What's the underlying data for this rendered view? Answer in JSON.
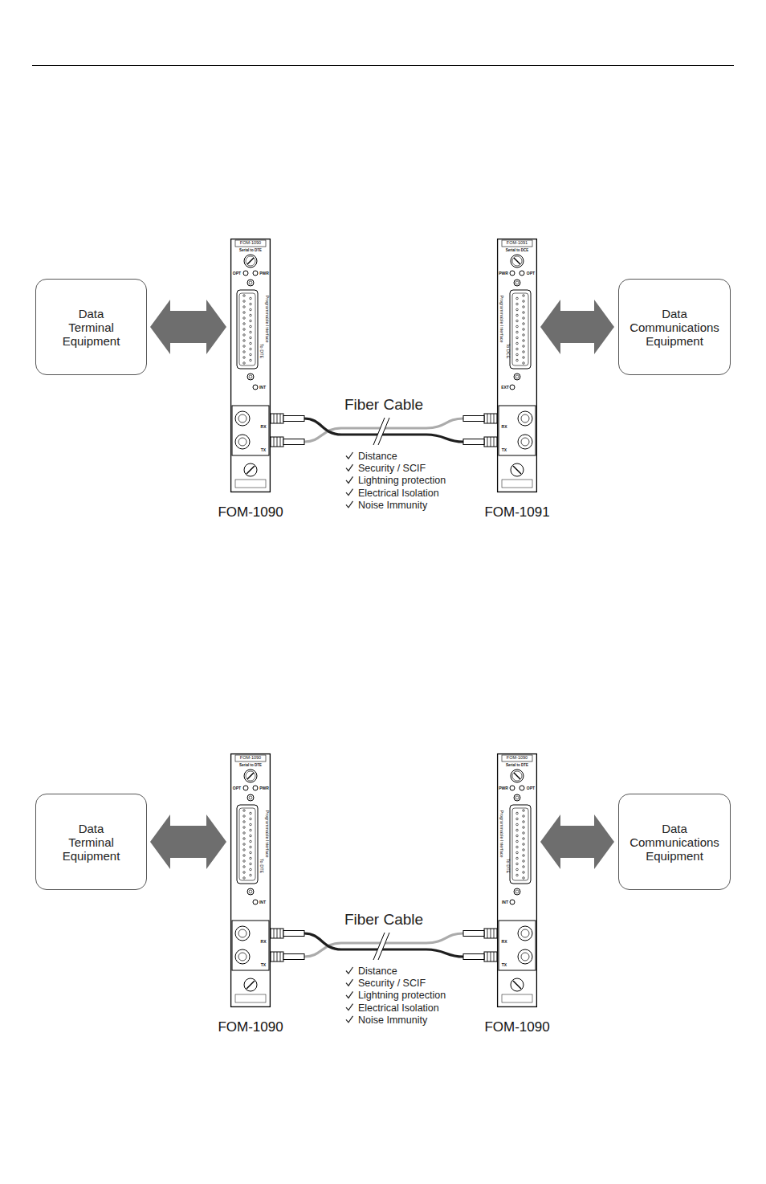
{
  "diagram": {
    "nodes": [
      {
        "text": [
          "Data Terminal Equipment"
        ]
      },
      {
        "text": [
          "FOM-1090",
          "FOM-1090",
          "Serial to DTE",
          "OPT",
          "PWR",
          "Programmable Interface",
          "To DTE",
          "RX",
          "TX",
          "INT"
        ]
      },
      {
        "text": [
          "FOM-1091",
          "FOM-1091",
          "Serial to DCE",
          "OPT",
          "PWR",
          "Programmable Interface",
          "To DCE",
          "RX",
          "TX",
          "EXT"
        ]
      },
      {
        "text": [
          "Data Communications Equipment"
        ]
      },
      {
        "text": [
          "Data Terminal Equipment"
        ]
      },
      {
        "text": [
          "FOM-1090",
          "FOM-1090",
          "Serial to DTE",
          "OPT",
          "PWR",
          "Programmable Interface",
          "To DTE",
          "RX",
          "TX",
          "INT"
        ]
      },
      {
        "text": [
          "FOM-1090",
          "FOM-1090",
          "Serial to DTE",
          "OPT",
          "PWR",
          "Programmable Interface",
          "To DTE",
          "RX",
          "TX",
          "INT"
        ]
      },
      {
        "text": [
          "Data Communications Equipment"
        ]
      }
    ],
    "edges": [
      {
        "from": 0,
        "to": 1,
        "arrow": "both"
      },
      {
        "from": 1,
        "to": 2,
        "label": "Fiber Cable",
        "arrow": "none"
      },
      {
        "from": 2,
        "to": 3,
        "arrow": "both"
      },
      {
        "from": 4,
        "to": 5,
        "arrow": "both"
      },
      {
        "from": 5,
        "to": 6,
        "label": "Fiber Cable",
        "arrow": "none"
      },
      {
        "from": 6,
        "to": 7,
        "arrow": "both"
      }
    ],
    "labels": [
      "Distance",
      "Security / SCIF",
      "Lightning protection",
      "Electrical Isolation",
      "Noise Immunity",
      "Distance",
      "Security / SCIF",
      "Lightning protection",
      "Electrical Isolation",
      "Noise Immunity"
    ]
  }
}
